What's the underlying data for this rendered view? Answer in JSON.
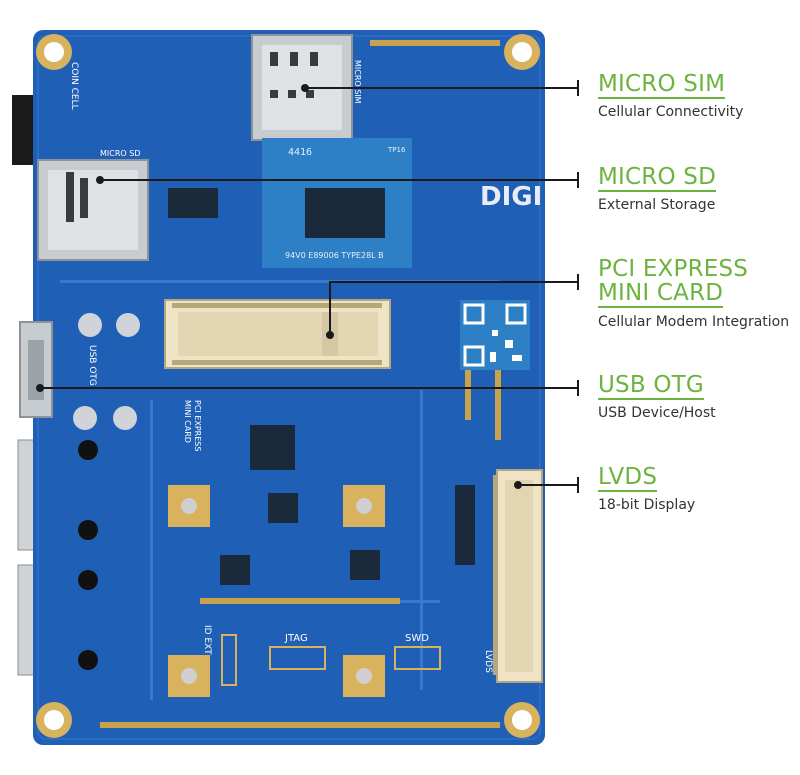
{
  "labels": [
    {
      "title": "MICRO SIM",
      "subtitle": "Cellular Connectivity"
    },
    {
      "title": "MICRO SD",
      "subtitle": "External Storage"
    },
    {
      "title_line1": "PCI EXPRESS",
      "title_line2": "MINI CARD",
      "subtitle": "Cellular Modem Integration"
    },
    {
      "title": "USB OTG",
      "subtitle": "USB Device/Host"
    },
    {
      "title": "LVDS",
      "subtitle": "18-bit Display"
    }
  ],
  "silkscreen": {
    "coin_cell": "COIN CELL",
    "micro_sd": "MICRO SD",
    "micro_sim": "MICRO SIM",
    "usb_otg": "USB OTG",
    "pci_express": "PCI EXPRESS",
    "mini_card": "MINI CARD",
    "jtag": "JTAG",
    "swd": "SWD",
    "id_ext": "ID EXT",
    "lvds": "LVDS",
    "chip_code": "4416",
    "module_text": "94V0  E89006  TYPE28L B",
    "tp": "TP16",
    "brand": "DIGI"
  },
  "colors": {
    "pcb": "#1f5fb5",
    "pcb_dark": "#17499a",
    "accent": "#6cb33f",
    "pad_gold": "#d9b25e"
  }
}
